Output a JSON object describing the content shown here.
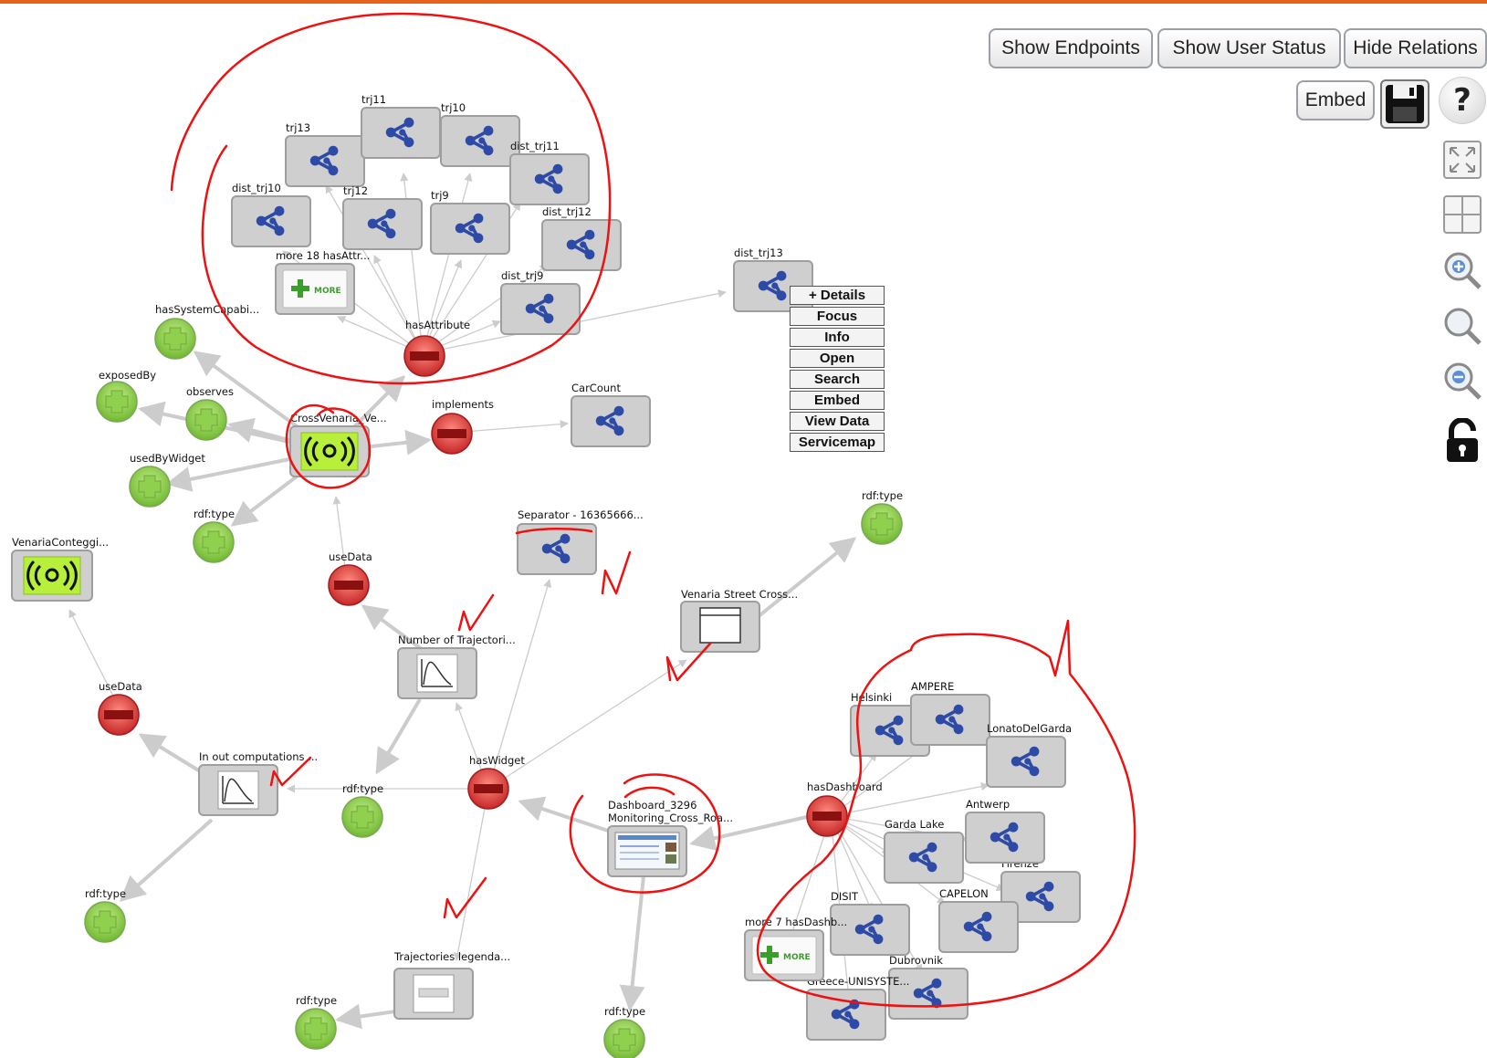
{
  "toolbar": {
    "show_endpoints": "Show Endpoints",
    "show_user_status": "Show User Status",
    "hide_relations": "Hide Relations",
    "embed": "Embed"
  },
  "side_tools": [
    "fit-screen-icon",
    "grid-icon",
    "zoom-in-icon",
    "zoom-reset-icon",
    "zoom-out-icon",
    "lock-icon"
  ],
  "context_menu": [
    "+ Details",
    "Focus",
    "Info",
    "Open",
    "Search",
    "Embed",
    "View Data",
    "Servicemap"
  ],
  "colors": {
    "accent": "#e8621c",
    "node_box": "#cfcfcf",
    "graph_icon": "#2c4aa6",
    "green_node": "#7cc23a",
    "red_node": "#c62828",
    "sensor_fill": "#b7ef3a",
    "annotation": "#ee1111",
    "edge": "#cccccc"
  },
  "nodes": {
    "trj13": "trj13",
    "trj11": "trj11",
    "trj10": "trj10",
    "dist_trj11": "dist_trj11",
    "dist_trj10": "dist_trj10",
    "trj12": "trj12",
    "trj9": "trj9",
    "dist_trj12": "dist_trj12",
    "more18": "more 18 hasAttr...",
    "dist_trj9": "dist_trj9",
    "dist_trj13": "dist_trj13",
    "hasAttribute": "hasAttribute",
    "hasSystemCapabi": "hasSystemCapabi...",
    "exposedBy": "exposedBy",
    "observes": "observes",
    "crossVenaria": "CrossVenaria_Ve...",
    "implements": "implements",
    "carCount": "CarCount",
    "usedByWidget": "usedByWidget",
    "rdftype1": "rdf:type",
    "venariaConteggi": "VenariaConteggi...",
    "useData1": "useData",
    "separator": "Separator - 16365666...",
    "rdftype2": "rdf:type",
    "venariaStreet": "Venaria Street Cross...",
    "numberOfTraj": "Number of Trajectori...",
    "useData2": "useData",
    "inOut": "In out computations ...",
    "rdftype3": "rdf:type",
    "hasWidget": "hasWidget",
    "dashboard1": "Dashboard_3296",
    "dashboard2": "Monitoring_Cross_Roa...",
    "hasDashboard": "hasDashboard",
    "helsinki": "Helsinki",
    "ampere": "AMPERE",
    "lonato": "LonatoDelGarda",
    "antwerp": "Antwerp",
    "gardaLake": "Garda Lake",
    "firenze": "Firenze",
    "capelon": "CAPELON",
    "disit": "DISIT",
    "more7": "more 7 hasDashb...",
    "dubrovnik": "Dubrovnik",
    "greece": "Greece-UNISYSTE...",
    "rdftype4": "rdf:type",
    "trajLegend": "Trajectories legenda...",
    "rdftype5": "rdf:type",
    "rdftype6": "rdf:type"
  }
}
